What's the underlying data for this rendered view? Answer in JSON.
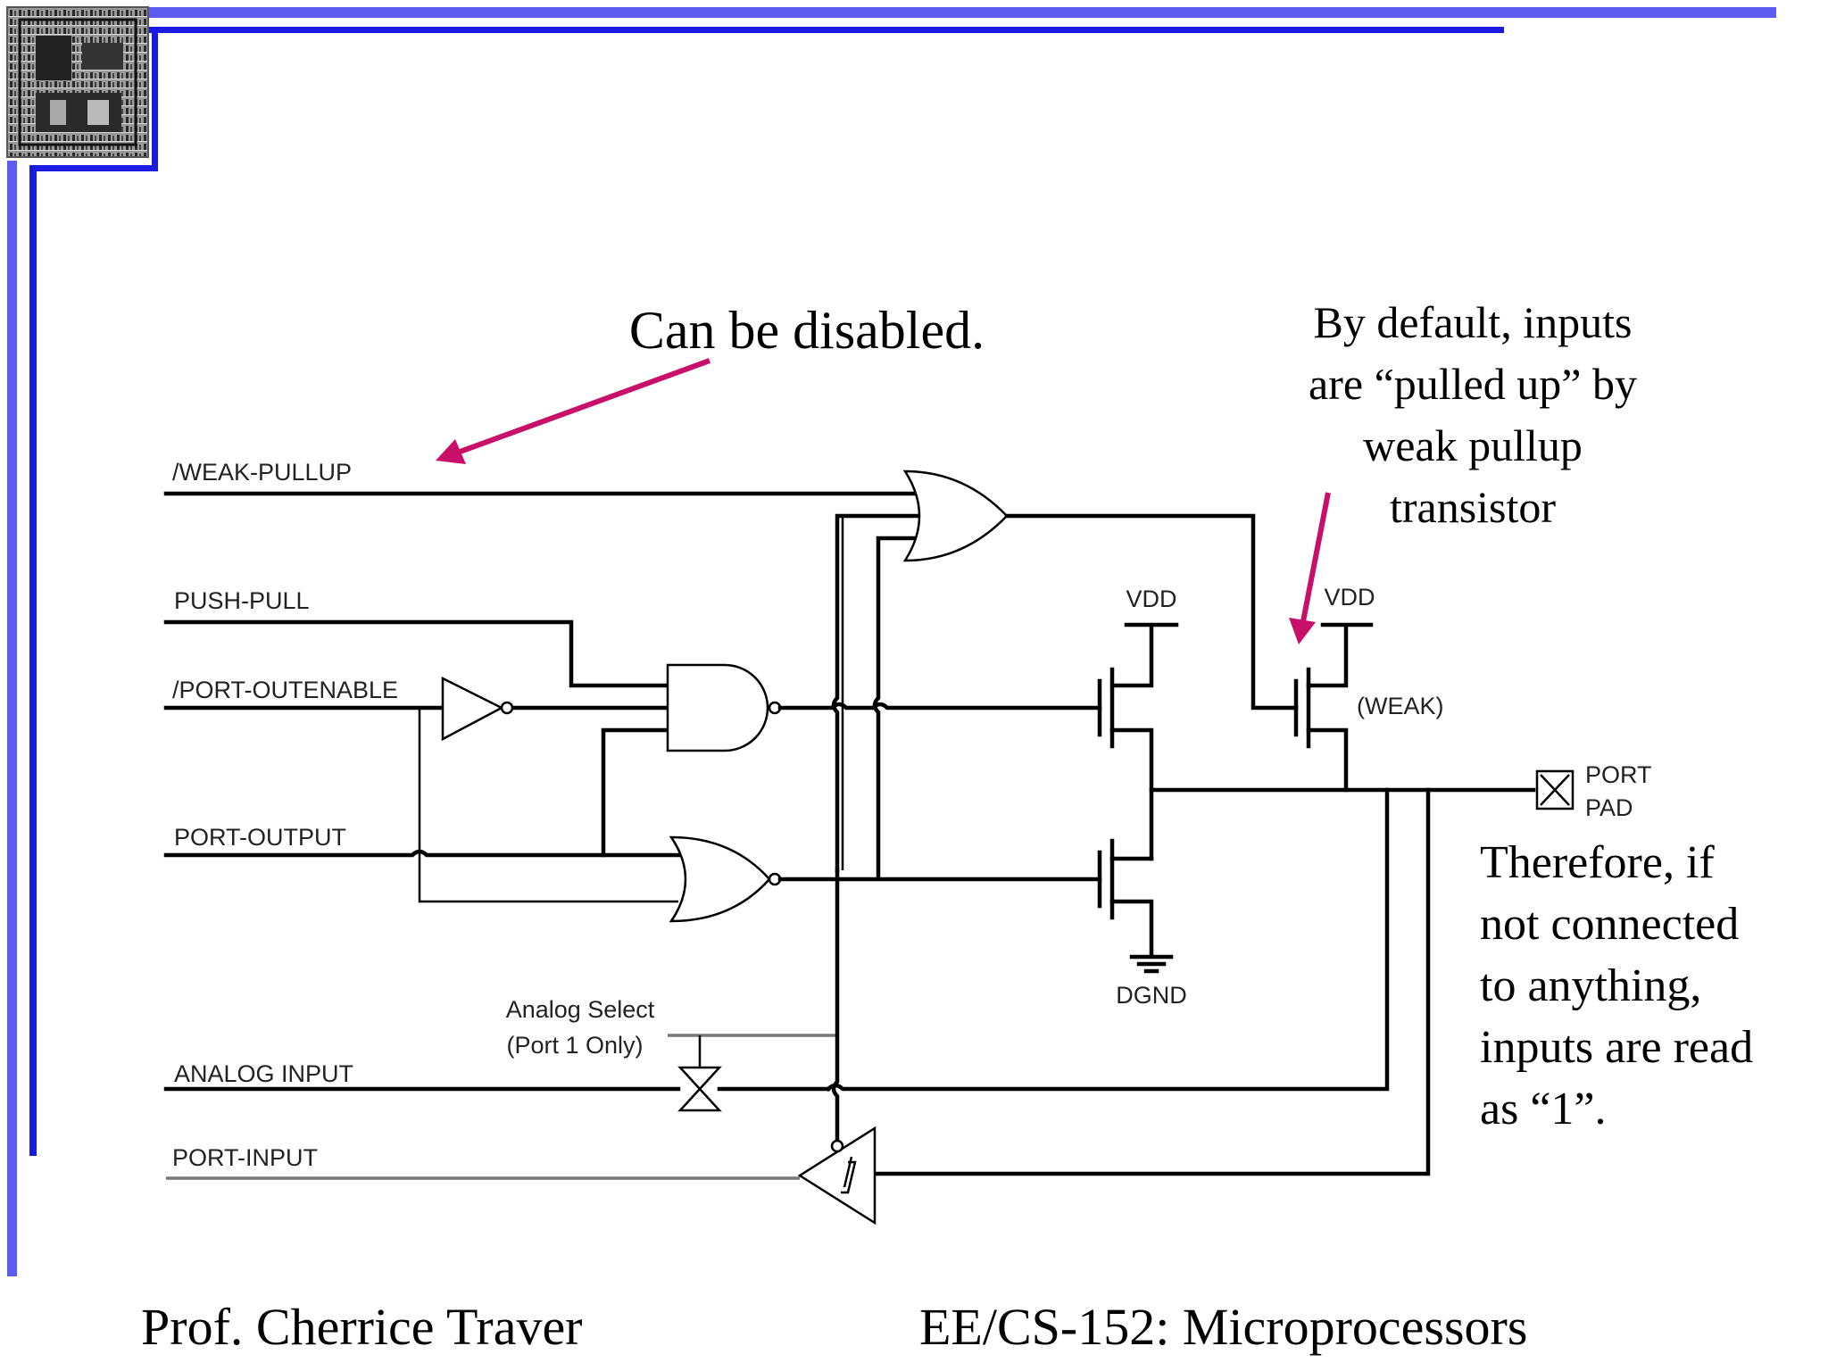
{
  "header": {
    "colors": {
      "accent_bar": "#5c5cf0",
      "accent_dark": "#1a1ae0"
    },
    "logo": "chip-die-photo"
  },
  "annotations": {
    "can_be_disabled": "Can be disabled.",
    "pullup_note": [
      "By default, inputs",
      "are “pulled up” by",
      "weak pullup",
      "transistor"
    ],
    "therefore_note": [
      "Therefore, if",
      "not connected",
      "to anything,",
      "inputs are read",
      "as “1”."
    ],
    "arrow_color": "#c8106a"
  },
  "signals": {
    "weak_pullup": "/WEAK-PULLUP",
    "push_pull": "PUSH-PULL",
    "port_outenable": "/PORT-OUTENABLE",
    "port_output": "PORT-OUTPUT",
    "analog_input": "ANALOG INPUT",
    "port_input": "PORT-INPUT",
    "analog_select": [
      "Analog Select",
      "(Port 1 Only)"
    ],
    "vdd": "VDD",
    "vdd_weak": "VDD",
    "weak": "(WEAK)",
    "dgnd": "DGND",
    "port_pad": [
      "PORT",
      "PAD"
    ]
  },
  "footer": {
    "left": "Prof. Cherrice Traver",
    "right": "EE/CS-152: Microprocessors"
  }
}
